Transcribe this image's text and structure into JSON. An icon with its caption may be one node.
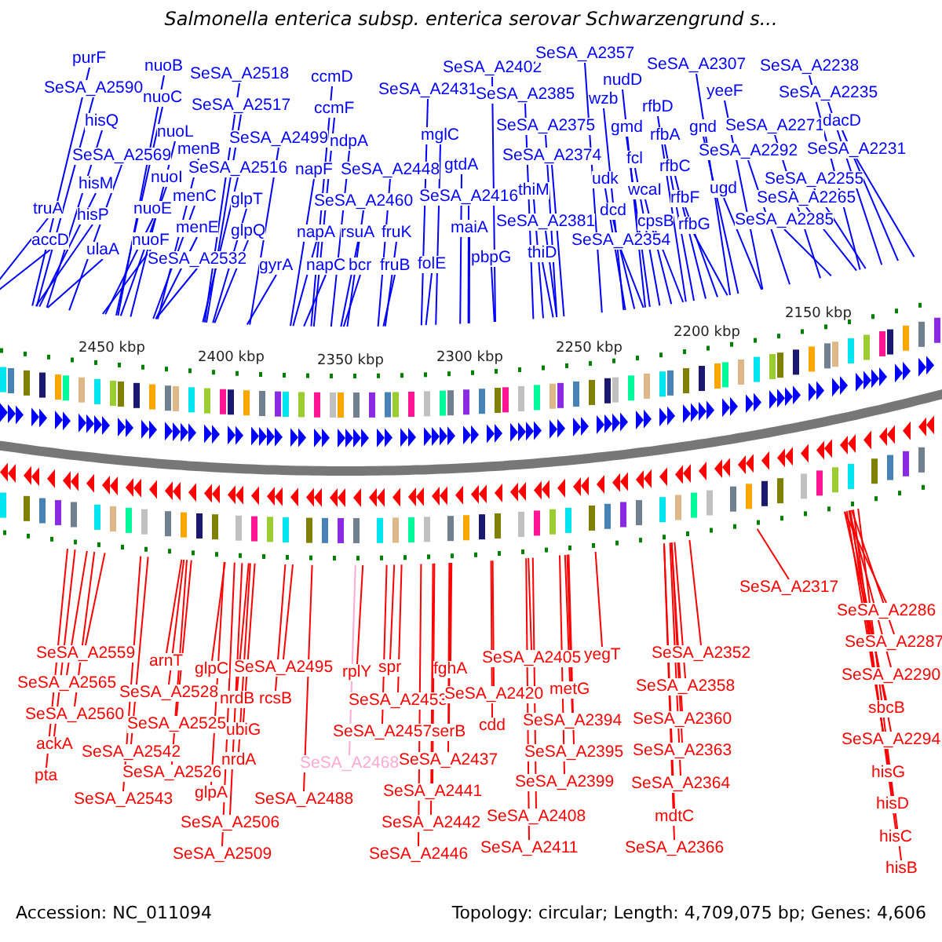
{
  "diagram": {
    "title": "Salmonella enterica subsp. enterica serovar Schwarzengrund s...",
    "nodes": [
      {
        "text": [
          "purF"
        ]
      },
      {
        "text": [
          "SeSA_A2590"
        ]
      },
      {
        "text": [
          "hisQ"
        ]
      },
      {
        "text": [
          "SeSA_A2569"
        ]
      },
      {
        "text": [
          "hisM"
        ]
      },
      {
        "text": [
          "truA"
        ]
      },
      {
        "text": [
          "hisP"
        ]
      },
      {
        "text": [
          "accD"
        ]
      },
      {
        "text": [
          "ulaA"
        ]
      },
      {
        "text": [
          "nuoB"
        ]
      },
      {
        "text": [
          "nuoC"
        ]
      },
      {
        "text": [
          "nuoL"
        ]
      },
      {
        "text": [
          "nuoI"
        ]
      },
      {
        "text": [
          "nuoE"
        ]
      },
      {
        "text": [
          "nuoF"
        ]
      },
      {
        "text": [
          "menB"
        ]
      },
      {
        "text": [
          "menC"
        ]
      },
      {
        "text": [
          "menE"
        ]
      },
      {
        "text": [
          "SeSA_A2532"
        ]
      },
      {
        "text": [
          "SeSA_A2518"
        ]
      },
      {
        "text": [
          "SeSA_A2517"
        ]
      },
      {
        "text": [
          "SeSA_A2499"
        ]
      },
      {
        "text": [
          "SeSA_A2516"
        ]
      },
      {
        "text": [
          "glpT"
        ]
      },
      {
        "text": [
          "glpQ"
        ]
      },
      {
        "text": [
          "gyrA"
        ]
      },
      {
        "text": [
          "ccmD"
        ]
      },
      {
        "text": [
          "ccmF"
        ]
      },
      {
        "text": [
          "ndpA"
        ]
      },
      {
        "text": [
          "napF"
        ]
      },
      {
        "text": [
          "SeSA_A2448"
        ]
      },
      {
        "text": [
          "SeSA_A2460"
        ]
      },
      {
        "text": [
          "napA"
        ]
      },
      {
        "text": [
          "rsuA"
        ]
      },
      {
        "text": [
          "fruK"
        ]
      },
      {
        "text": [
          "napC"
        ]
      },
      {
        "text": [
          "bcr"
        ]
      },
      {
        "text": [
          "fruB"
        ]
      },
      {
        "text": [
          "folE"
        ]
      },
      {
        "text": [
          "SeSA_A2431"
        ]
      },
      {
        "text": [
          "mglC"
        ]
      },
      {
        "text": [
          "gtdA"
        ]
      },
      {
        "text": [
          "SeSA_A2416"
        ]
      },
      {
        "text": [
          "maiA"
        ]
      },
      {
        "text": [
          "pbpG"
        ]
      },
      {
        "text": [
          "SeSA_A2402"
        ]
      },
      {
        "text": [
          "SeSA_A2385"
        ]
      },
      {
        "text": [
          "SeSA_A2357"
        ]
      },
      {
        "text": [
          "SeSA_A2375"
        ]
      },
      {
        "text": [
          "SeSA_A2374"
        ]
      },
      {
        "text": [
          "thiM"
        ]
      },
      {
        "text": [
          "SeSA_A2381"
        ]
      },
      {
        "text": [
          "thiD"
        ]
      },
      {
        "text": [
          "nudD"
        ]
      },
      {
        "text": [
          "wzb"
        ]
      },
      {
        "text": [
          "gmd"
        ]
      },
      {
        "text": [
          "fcl"
        ]
      },
      {
        "text": [
          "udk"
        ]
      },
      {
        "text": [
          "wcaI"
        ]
      },
      {
        "text": [
          "dcd"
        ]
      },
      {
        "text": [
          "cpsB"
        ]
      },
      {
        "text": [
          "SeSA_A2354"
        ]
      },
      {
        "text": [
          "rfbD"
        ]
      },
      {
        "text": [
          "rfbA"
        ]
      },
      {
        "text": [
          "rfbC"
        ]
      },
      {
        "text": [
          "rfbF"
        ]
      },
      {
        "text": [
          "rfbG"
        ]
      },
      {
        "text": [
          "SeSA_A2307"
        ]
      },
      {
        "text": [
          "gnd"
        ]
      },
      {
        "text": [
          "yeeF"
        ]
      },
      {
        "text": [
          "SeSA_A2271"
        ]
      },
      {
        "text": [
          "SeSA_A2292"
        ]
      },
      {
        "text": [
          "ugd"
        ]
      },
      {
        "text": [
          "SeSA_A2285"
        ]
      },
      {
        "text": [
          "SeSA_A2265"
        ]
      },
      {
        "text": [
          "SeSA_A2255"
        ]
      },
      {
        "text": [
          "SeSA_A2238"
        ]
      },
      {
        "text": [
          "SeSA_A2235"
        ]
      },
      {
        "text": [
          "dacD"
        ]
      },
      {
        "text": [
          "SeSA_A2231"
        ]
      },
      {
        "text": [
          "SeSA_A2317"
        ]
      },
      {
        "text": [
          "SeSA_A2286"
        ]
      },
      {
        "text": [
          "SeSA_A2559"
        ]
      },
      {
        "text": [
          "SeSA_A2565"
        ]
      },
      {
        "text": [
          "SeSA_A2560"
        ]
      },
      {
        "text": [
          "ackA"
        ]
      },
      {
        "text": [
          "pta"
        ]
      },
      {
        "text": [
          "arnT"
        ]
      },
      {
        "text": [
          "SeSA_A2528"
        ]
      },
      {
        "text": [
          "SeSA_A2525"
        ]
      },
      {
        "text": [
          "SeSA_A2542"
        ]
      },
      {
        "text": [
          "SeSA_A2526"
        ]
      },
      {
        "text": [
          "SeSA_A2543"
        ]
      },
      {
        "text": [
          "glpC"
        ]
      },
      {
        "text": [
          "SeSA_A2495"
        ]
      },
      {
        "text": [
          "nrdB"
        ]
      },
      {
        "text": [
          "rcsB"
        ]
      },
      {
        "text": [
          "ubiG"
        ]
      },
      {
        "text": [
          "nrdA"
        ]
      },
      {
        "text": [
          "glpA"
        ]
      },
      {
        "text": [
          "SeSA_A2506"
        ]
      },
      {
        "text": [
          "SeSA_A2509"
        ]
      },
      {
        "text": [
          "SeSA_A2488"
        ]
      },
      {
        "text": [
          "rplY"
        ]
      },
      {
        "text": [
          "spr"
        ]
      },
      {
        "text": [
          "fghA"
        ]
      },
      {
        "text": [
          "SeSA_A2453"
        ]
      },
      {
        "text": [
          "SeSA_A2457"
        ]
      },
      {
        "text": [
          "serB"
        ]
      },
      {
        "text": [
          "SeSA_A2468"
        ]
      },
      {
        "text": [
          "SeSA_A2437"
        ]
      },
      {
        "text": [
          "SeSA_A2441"
        ]
      },
      {
        "text": [
          "SeSA_A2442"
        ]
      },
      {
        "text": [
          "SeSA_A2446"
        ]
      },
      {
        "text": [
          "cdd"
        ]
      },
      {
        "text": [
          "SeSA_A2405"
        ]
      },
      {
        "text": [
          "yegT"
        ]
      },
      {
        "text": [
          "SeSA_A2420"
        ]
      },
      {
        "text": [
          "metG"
        ]
      },
      {
        "text": [
          "SeSA_A2394"
        ]
      },
      {
        "text": [
          "SeSA_A2395"
        ]
      },
      {
        "text": [
          "SeSA_A2399"
        ]
      },
      {
        "text": [
          "SeSA_A2408"
        ]
      },
      {
        "text": [
          "SeSA_A2411"
        ]
      },
      {
        "text": [
          "SeSA_A2352"
        ]
      },
      {
        "text": [
          "SeSA_A2358"
        ]
      },
      {
        "text": [
          "SeSA_A2360"
        ]
      },
      {
        "text": [
          "SeSA_A2363"
        ]
      },
      {
        "text": [
          "SeSA_A2364"
        ]
      },
      {
        "text": [
          "mdtC"
        ]
      },
      {
        "text": [
          "SeSA_A2366"
        ]
      },
      {
        "text": [
          "SeSA_A2287"
        ]
      },
      {
        "text": [
          "SeSA_A2290"
        ]
      },
      {
        "text": [
          "sbcB"
        ]
      },
      {
        "text": [
          "SeSA_A2294"
        ]
      },
      {
        "text": [
          "hisG"
        ]
      },
      {
        "text": [
          "hisD"
        ]
      },
      {
        "text": [
          "hisC"
        ]
      },
      {
        "text": [
          "hisB"
        ]
      }
    ],
    "edges": [
      {
        "from": 0,
        "to": null,
        "arrow": "none"
      },
      {
        "from": 1,
        "to": null,
        "arrow": "none"
      },
      {
        "from": 2,
        "to": null,
        "arrow": "none"
      },
      {
        "from": 3,
        "to": null,
        "arrow": "none"
      },
      {
        "from": 4,
        "to": null,
        "arrow": "none"
      },
      {
        "from": 5,
        "to": null,
        "arrow": "none"
      },
      {
        "from": 6,
        "to": null,
        "arrow": "none"
      },
      {
        "from": 7,
        "to": null,
        "arrow": "none"
      },
      {
        "from": 8,
        "to": null,
        "arrow": "none"
      },
      {
        "from": 9,
        "to": null,
        "arrow": "none"
      },
      {
        "from": 10,
        "to": null,
        "arrow": "none"
      },
      {
        "from": 11,
        "to": null,
        "arrow": "none"
      },
      {
        "from": 12,
        "to": null,
        "arrow": "none"
      },
      {
        "from": 13,
        "to": null,
        "arrow": "none"
      },
      {
        "from": 14,
        "to": null,
        "arrow": "none"
      },
      {
        "from": 15,
        "to": null,
        "arrow": "none"
      },
      {
        "from": 16,
        "to": null,
        "arrow": "none"
      },
      {
        "from": 17,
        "to": null,
        "arrow": "none"
      },
      {
        "from": 18,
        "to": null,
        "arrow": "none"
      },
      {
        "from": 19,
        "to": null,
        "arrow": "none"
      },
      {
        "from": 20,
        "to": null,
        "arrow": "none"
      },
      {
        "from": 21,
        "to": null,
        "arrow": "none"
      },
      {
        "from": 22,
        "to": null,
        "arrow": "none"
      },
      {
        "from": 23,
        "to": null,
        "arrow": "none"
      },
      {
        "from": 24,
        "to": null,
        "arrow": "none"
      },
      {
        "from": 25,
        "to": null,
        "arrow": "none"
      },
      {
        "from": 26,
        "to": null,
        "arrow": "none"
      },
      {
        "from": 27,
        "to": null,
        "arrow": "none"
      },
      {
        "from": 28,
        "to": null,
        "arrow": "none"
      },
      {
        "from": 29,
        "to": null,
        "arrow": "none"
      },
      {
        "from": 30,
        "to": null,
        "arrow": "none"
      },
      {
        "from": 31,
        "to": null,
        "arrow": "none"
      },
      {
        "from": 32,
        "to": null,
        "arrow": "none"
      },
      {
        "from": 33,
        "to": null,
        "arrow": "none"
      },
      {
        "from": 34,
        "to": null,
        "arrow": "none"
      },
      {
        "from": 35,
        "to": null,
        "arrow": "none"
      },
      {
        "from": 36,
        "to": null,
        "arrow": "none"
      },
      {
        "from": 37,
        "to": null,
        "arrow": "none"
      },
      {
        "from": 38,
        "to": null,
        "arrow": "none"
      },
      {
        "from": 39,
        "to": null,
        "arrow": "none"
      },
      {
        "from": 40,
        "to": null,
        "arrow": "none"
      },
      {
        "from": 41,
        "to": null,
        "arrow": "none"
      },
      {
        "from": 42,
        "to": null,
        "arrow": "none"
      },
      {
        "from": 43,
        "to": null,
        "arrow": "none"
      },
      {
        "from": 44,
        "to": null,
        "arrow": "none"
      },
      {
        "from": 45,
        "to": null,
        "arrow": "none"
      },
      {
        "from": 46,
        "to": null,
        "arrow": "none"
      },
      {
        "from": 47,
        "to": null,
        "arrow": "none"
      },
      {
        "from": 48,
        "to": null,
        "arrow": "none"
      },
      {
        "from": 49,
        "to": null,
        "arrow": "none"
      },
      {
        "from": 50,
        "to": null,
        "arrow": "none"
      },
      {
        "from": 51,
        "to": null,
        "arrow": "none"
      },
      {
        "from": 52,
        "to": null,
        "arrow": "none"
      },
      {
        "from": 53,
        "to": null,
        "arrow": "none"
      },
      {
        "from": 54,
        "to": null,
        "arrow": "none"
      },
      {
        "from": 55,
        "to": null,
        "arrow": "none"
      },
      {
        "from": 56,
        "to": null,
        "arrow": "none"
      },
      {
        "from": 57,
        "to": null,
        "arrow": "none"
      },
      {
        "from": 58,
        "to": null,
        "arrow": "none"
      },
      {
        "from": 59,
        "to": null,
        "arrow": "none"
      },
      {
        "from": 60,
        "to": null,
        "arrow": "none"
      },
      {
        "from": 61,
        "to": null,
        "arrow": "none"
      },
      {
        "from": 62,
        "to": null,
        "arrow": "none"
      },
      {
        "from": 63,
        "to": null,
        "arrow": "none"
      },
      {
        "from": 64,
        "to": null,
        "arrow": "none"
      },
      {
        "from": 65,
        "to": null,
        "arrow": "none"
      },
      {
        "from": 66,
        "to": null,
        "arrow": "none"
      },
      {
        "from": 67,
        "to": null,
        "arrow": "none"
      },
      {
        "from": 68,
        "to": null,
        "arrow": "none"
      },
      {
        "from": 69,
        "to": null,
        "arrow": "none"
      },
      {
        "from": 70,
        "to": null,
        "arrow": "none"
      },
      {
        "from": 71,
        "to": null,
        "arrow": "none"
      },
      {
        "from": 72,
        "to": null,
        "arrow": "none"
      },
      {
        "from": 73,
        "to": null,
        "arrow": "none"
      },
      {
        "from": 74,
        "to": null,
        "arrow": "none"
      },
      {
        "from": 75,
        "to": null,
        "arrow": "none"
      },
      {
        "from": 76,
        "to": null,
        "arrow": "none"
      },
      {
        "from": 77,
        "to": null,
        "arrow": "none"
      },
      {
        "from": 78,
        "to": null,
        "arrow": "none"
      },
      {
        "from": 79,
        "to": null,
        "arrow": "none"
      },
      {
        "from": 80,
        "to": null,
        "arrow": "none",
        "color": "#ff0000"
      },
      {
        "from": 81,
        "to": null,
        "arrow": "none",
        "color": "#ff0000"
      },
      {
        "from": 82,
        "to": null,
        "arrow": "none",
        "color": "#ff0000"
      },
      {
        "from": 83,
        "to": null,
        "arrow": "none",
        "color": "#ff0000"
      },
      {
        "from": 84,
        "to": null,
        "arrow": "none",
        "color": "#ff0000"
      },
      {
        "from": 85,
        "to": null,
        "arrow": "none",
        "color": "#ff0000"
      },
      {
        "from": 86,
        "to": null,
        "arrow": "none",
        "color": "#ff0000"
      },
      {
        "from": 87,
        "to": null,
        "arrow": "none",
        "color": "#ff0000"
      },
      {
        "from": 88,
        "to": null,
        "arrow": "none",
        "color": "#ff0000"
      },
      {
        "from": 89,
        "to": null,
        "arrow": "none",
        "color": "#ff0000"
      },
      {
        "from": 90,
        "to": null,
        "arrow": "none",
        "color": "#ff0000"
      },
      {
        "from": 91,
        "to": null,
        "arrow": "none",
        "color": "#ff0000"
      },
      {
        "from": 92,
        "to": null,
        "arrow": "none",
        "color": "#ff0000"
      },
      {
        "from": 93,
        "to": null,
        "arrow": "none",
        "color": "#ff0000"
      },
      {
        "from": 94,
        "to": null,
        "arrow": "none",
        "color": "#ff0000"
      },
      {
        "from": 95,
        "to": null,
        "arrow": "none",
        "color": "#ff0000"
      },
      {
        "from": 96,
        "to": null,
        "arrow": "none",
        "color": "#ff0000"
      },
      {
        "from": 97,
        "to": null,
        "arrow": "none",
        "color": "#ff0000"
      },
      {
        "from": 98,
        "to": null,
        "arrow": "none",
        "color": "#ff0000"
      },
      {
        "from": 99,
        "to": null,
        "arrow": "none",
        "color": "#ff0000"
      },
      {
        "from": 100,
        "to": null,
        "arrow": "none",
        "color": "#ff0000"
      },
      {
        "from": 101,
        "to": null,
        "arrow": "none",
        "color": "#ff0000"
      },
      {
        "from": 102,
        "to": null,
        "arrow": "none",
        "color": "#ff0000"
      },
      {
        "from": 103,
        "to": null,
        "arrow": "none",
        "color": "#ff0000"
      },
      {
        "from": 104,
        "to": null,
        "arrow": "none",
        "color": "#ff0000"
      },
      {
        "from": 105,
        "to": null,
        "arrow": "none",
        "color": "#ff0000"
      },
      {
        "from": 106,
        "to": null,
        "arrow": "none",
        "color": "#ff0000"
      },
      {
        "from": 107,
        "to": null,
        "arrow": "none",
        "color": "#ff0000"
      },
      {
        "from": 108,
        "to": null,
        "arrow": "none",
        "color": "#ff0000"
      },
      {
        "from": 109,
        "to": null,
        "arrow": "none",
        "color": "#ffaad4"
      },
      {
        "from": 110,
        "to": null,
        "arrow": "none",
        "color": "#ff0000"
      },
      {
        "from": 111,
        "to": null,
        "arrow": "none",
        "color": "#ff0000"
      },
      {
        "from": 112,
        "to": null,
        "arrow": "none",
        "color": "#ff0000"
      },
      {
        "from": 113,
        "to": null,
        "arrow": "none",
        "color": "#ff0000"
      },
      {
        "from": 114,
        "to": null,
        "arrow": "none",
        "color": "#ff0000"
      },
      {
        "from": 115,
        "to": null,
        "arrow": "none",
        "color": "#ff0000"
      },
      {
        "from": 116,
        "to": null,
        "arrow": "none",
        "color": "#ff0000"
      },
      {
        "from": 117,
        "to": null,
        "arrow": "none",
        "color": "#ff0000"
      },
      {
        "from": 118,
        "to": null,
        "arrow": "none",
        "color": "#ff0000"
      },
      {
        "from": 119,
        "to": null,
        "arrow": "none",
        "color": "#ff0000"
      },
      {
        "from": 120,
        "to": null,
        "arrow": "none",
        "color": "#ff0000"
      },
      {
        "from": 121,
        "to": null,
        "arrow": "none",
        "color": "#ff0000"
      },
      {
        "from": 122,
        "to": null,
        "arrow": "none",
        "color": "#ff0000"
      },
      {
        "from": 123,
        "to": null,
        "arrow": "none",
        "color": "#ff0000"
      },
      {
        "from": 124,
        "to": null,
        "arrow": "none",
        "color": "#ff0000"
      },
      {
        "from": 125,
        "to": null,
        "arrow": "none",
        "color": "#ff0000"
      },
      {
        "from": 126,
        "to": null,
        "arrow": "none",
        "color": "#ff0000"
      },
      {
        "from": 127,
        "to": null,
        "arrow": "none",
        "color": "#ff0000"
      },
      {
        "from": 128,
        "to": null,
        "arrow": "none",
        "color": "#ff0000"
      },
      {
        "from": 129,
        "to": null,
        "arrow": "none",
        "color": "#ff0000"
      },
      {
        "from": 130,
        "to": null,
        "arrow": "none",
        "color": "#ff0000"
      },
      {
        "from": 131,
        "to": null,
        "arrow": "none",
        "color": "#ff0000"
      },
      {
        "from": 132,
        "to": null,
        "arrow": "none",
        "color": "#ff0000"
      },
      {
        "from": 133,
        "to": null,
        "arrow": "none",
        "color": "#ff0000"
      },
      {
        "from": 134,
        "to": null,
        "arrow": "none",
        "color": "#ff0000"
      },
      {
        "from": 135,
        "to": null,
        "arrow": "none",
        "color": "#ff0000"
      },
      {
        "from": 136,
        "to": null,
        "arrow": "none",
        "color": "#ff0000"
      },
      {
        "from": 137,
        "to": null,
        "arrow": "none",
        "color": "#ff0000"
      },
      {
        "from": 138,
        "to": null,
        "arrow": "none",
        "color": "#ff0000"
      }
    ],
    "labels": [
      "2450 kbp",
      "2400 kbp",
      "2350 kbp",
      "2300 kbp",
      "2250 kbp",
      "2200 kbp",
      "2150 kbp",
      "Accession: NC_011094",
      "Topology: circular; Length: 4,709,075 bp; Genes: 4,606"
    ]
  }
}
